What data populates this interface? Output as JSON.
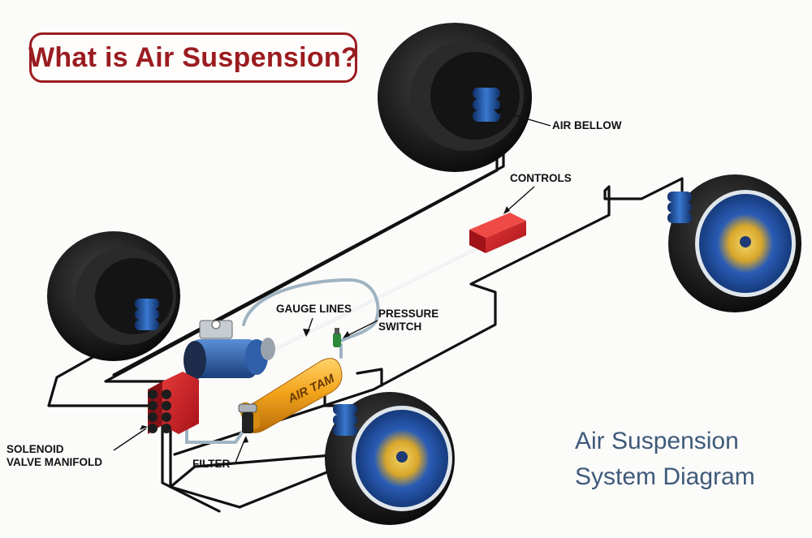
{
  "title": "What is Air Suspension?",
  "subtitle": {
    "line1": "Air Suspension",
    "line2": "System Diagram"
  },
  "labels": {
    "air_bellow": "AIR BELLOW",
    "controls": "CONTROLS",
    "gauge_lines": "GAUGE LINES",
    "pressure_switch_line1": "PRESSURE",
    "pressure_switch_line2": "SWITCH",
    "solenoid_line1": "SOLENOID",
    "solenoid_line2": "VALVE MANIFOLD",
    "filter": "FILTER",
    "tank_text": "AIR TAM"
  },
  "colors": {
    "title": "#9b1c20",
    "subtitle": "#3f5a7a",
    "tank": "#f3a51c",
    "controls_box": "#d01d1f",
    "bellow": "#1f4f9a",
    "hub_blue": "#1e4fa8",
    "hub_yellow": "#e8b62a",
    "tire": "#1b1b1b",
    "frame_line": "#111111",
    "gauge_line": "#9fb3c2"
  }
}
